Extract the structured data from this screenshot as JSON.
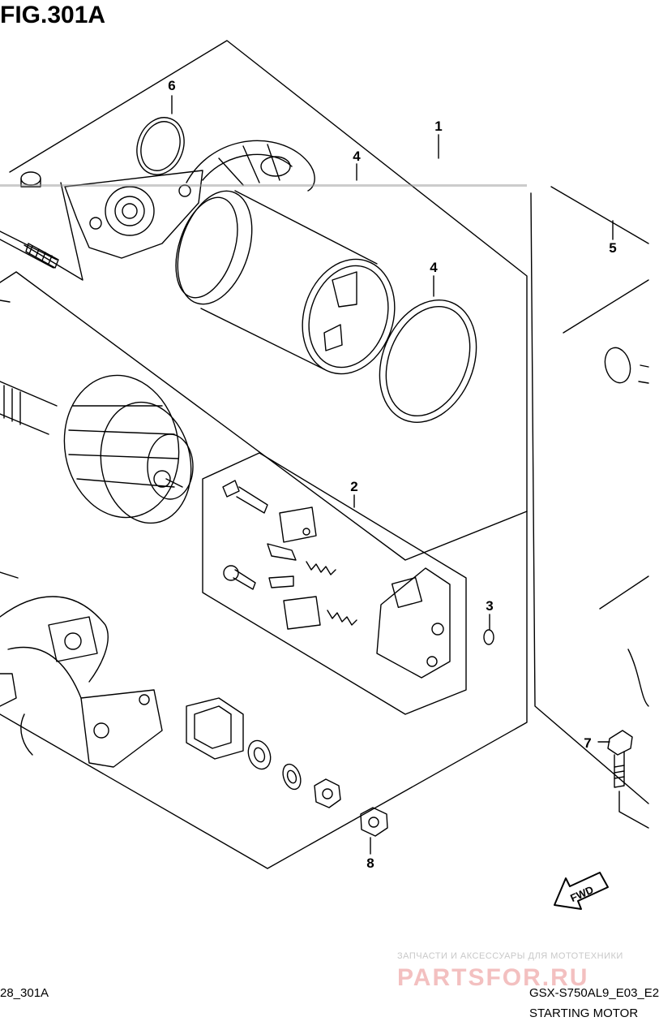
{
  "figure": {
    "title": "FIG.301A",
    "code_left": "28_301A",
    "code_right": "GSX-S750AL9_E03_E2",
    "subtitle": "STARTING MOTOR"
  },
  "callouts": [
    {
      "id": "1",
      "label": "1"
    },
    {
      "id": "2",
      "label": "2"
    },
    {
      "id": "3",
      "label": "3"
    },
    {
      "id": "4a",
      "label": "4"
    },
    {
      "id": "4b",
      "label": "4"
    },
    {
      "id": "5",
      "label": "5"
    },
    {
      "id": "6",
      "label": "6"
    },
    {
      "id": "7",
      "label": "7"
    },
    {
      "id": "8",
      "label": "8"
    }
  ],
  "direction_arrow": {
    "label": "FWD"
  },
  "watermark": {
    "tagline": "ЗАПЧАСТИ И АКСЕССУАРЫ ДЛЯ МОТОТЕХНИКИ",
    "brand": "PARTSFOR.RU"
  },
  "colors": {
    "line": "#000000",
    "watermark_brand": "#f3c0c0",
    "watermark_text": "#c8c8c8"
  }
}
